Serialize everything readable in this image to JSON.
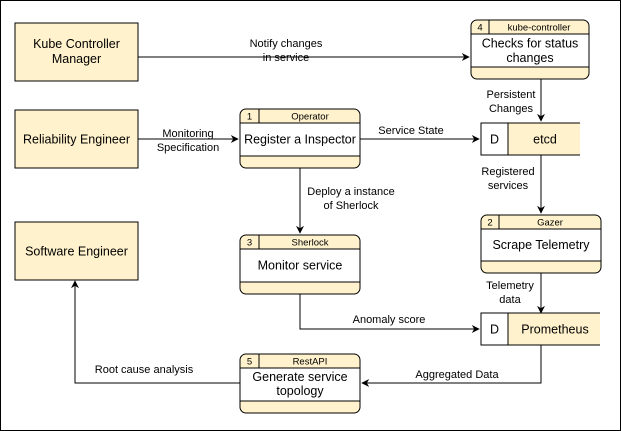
{
  "entities": {
    "kube_controller_manager": [
      "Kube Controller",
      "Manager"
    ],
    "reliability_engineer": [
      "Reliability Engineer"
    ],
    "software_engineer": [
      "Software Engineer"
    ]
  },
  "processes": {
    "kube_controller": {
      "number": "4",
      "name": "kube-controller",
      "body": [
        "Checks for status",
        "changes"
      ]
    },
    "operator": {
      "number": "1",
      "name": "Operator",
      "body": [
        "Register a Inspector"
      ]
    },
    "sherlock": {
      "number": "3",
      "name": "Sherlock",
      "body": [
        "Monitor service"
      ]
    },
    "gazer": {
      "number": "2",
      "name": "Gazer",
      "body": [
        "Scrape Telemetry"
      ]
    },
    "restapi": {
      "number": "5",
      "name": "RestAPI",
      "body": [
        "Generate service",
        "topology"
      ]
    }
  },
  "stores": {
    "etcd": {
      "id": "D",
      "name": "etcd"
    },
    "prometheus": {
      "id": "D",
      "name": "Prometheus"
    }
  },
  "flows": {
    "notify_changes": [
      "Notify changes",
      "in service"
    ],
    "persistent_changes": [
      "Persistent",
      "Changes"
    ],
    "monitoring_specification": [
      "Monitoring",
      "Specification"
    ],
    "service_state": [
      "Service State"
    ],
    "deploy_instance": [
      "Deploy a instance",
      "of Sherlock"
    ],
    "registered_services": [
      "Registered",
      "services"
    ],
    "anomaly_score": [
      "Anomaly score"
    ],
    "telemetry_data": [
      "Telemetry",
      "data"
    ],
    "root_cause_analysis": [
      "Root cause analysis"
    ],
    "aggregated_data": [
      "Aggregated Data"
    ]
  },
  "colors": {
    "fill": "#fff2cc",
    "stroke": "#000000",
    "store_id_fill": "#ffffff",
    "background": "#ffffff"
  }
}
